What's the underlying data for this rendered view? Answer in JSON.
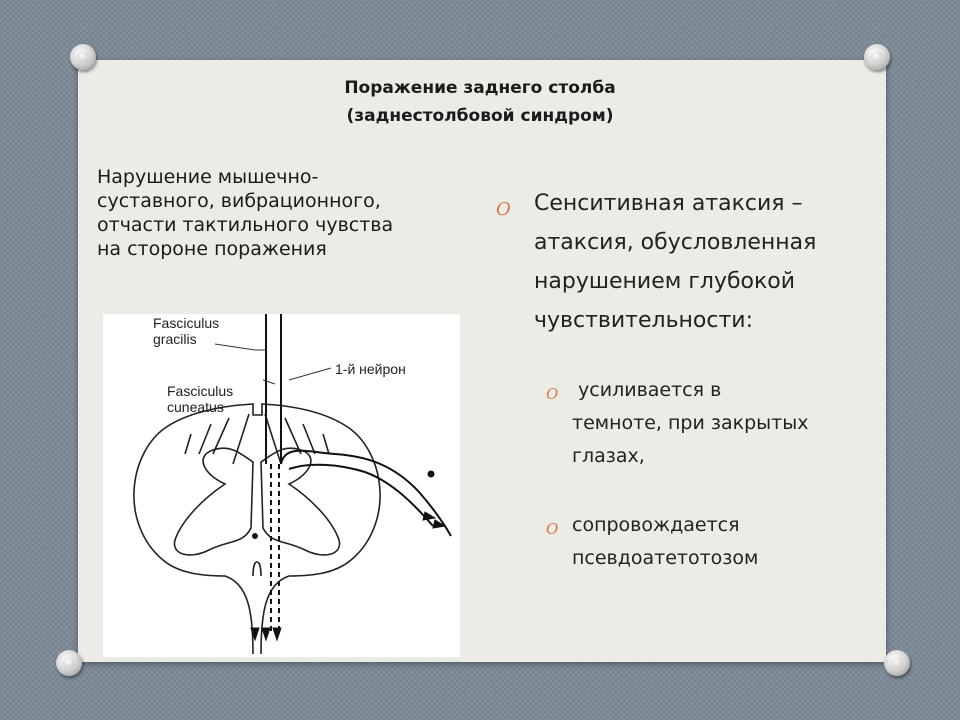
{
  "slide": {
    "title_line1": "Поражение заднего столба",
    "title_line2": "(заднестолбовой синдром)",
    "left_text": [
      "Нарушение мышечно-",
      "суставного, вибрационного,",
      "отчасти тактильного чувства",
      "на стороне поражения"
    ],
    "bullet_marker": "O",
    "bullets": [
      {
        "lines": [
          "Сенситивная атаксия –",
          "атаксия, обусловленная",
          "нарушением глубокой",
          "чувствительности:"
        ]
      },
      {
        "lines": [
          " усиливается в",
          "темноте, при закрытых",
          "глазах,"
        ]
      },
      {
        "lines": [
          "сопровождается",
          "псевдоатетотозом"
        ]
      }
    ],
    "figure": {
      "label_gracilis_1": "Fasciculus",
      "label_gracilis_2": "gracilis",
      "label_cuneatus_1": "Fasciculus",
      "label_cuneatus_2": "cuneatus",
      "label_neuron": "1-й нейрон"
    },
    "colors": {
      "background": "#7e8a98",
      "paper": "#ecebe6",
      "bullet_accent": "#d6794a"
    }
  }
}
